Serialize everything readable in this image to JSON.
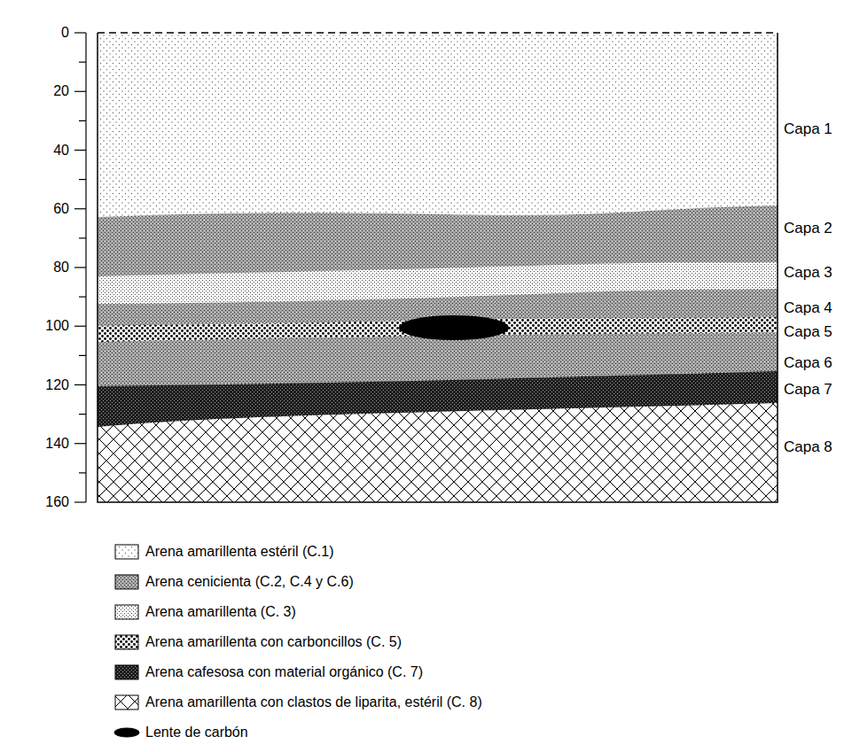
{
  "diagram": {
    "labels": [
      "0",
      "20",
      "40",
      "60",
      "80",
      "100",
      "120",
      "140",
      "160",
      "Capa 1",
      "Capa 2",
      "Capa 3",
      "Capa 4",
      "Capa 5",
      "Capa 6",
      "Capa 7",
      "Capa 8"
    ],
    "legend": [
      {
        "text": "Arena amarillenta estéril (C.1)"
      },
      {
        "text": "Arena cenicienta (C.2, C.4 y C.6)"
      },
      {
        "text": "Arena amarillenta (C. 3)"
      },
      {
        "text": "Arena amarillenta con carboncillos (C. 5)"
      },
      {
        "text": "Arena cafesosa con material orgánico (C. 7)"
      },
      {
        "text": "Arena amarillenta con clastos de liparita, estéril (C. 8)"
      },
      {
        "text": "Lente de carbón"
      }
    ]
  }
}
